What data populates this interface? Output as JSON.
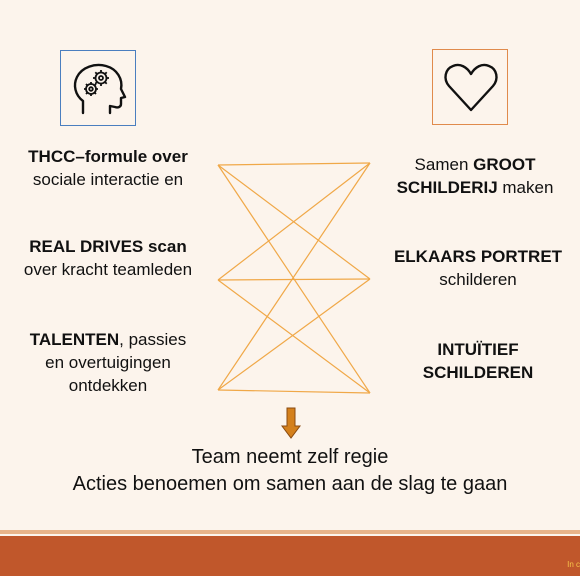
{
  "left": [
    {
      "bold": "THCC–formule over",
      "rest": "",
      "line2": "sociale interactie en"
    },
    {
      "bold": "REAL DRIVES scan",
      "rest": "",
      "line2": "over kracht teamleden"
    },
    {
      "bold": "TALENTEN",
      "rest": ", passies",
      "line2": "en overtuigingen",
      "line3": "ontdekken"
    }
  ],
  "right": [
    {
      "pre": "Samen ",
      "bold": "GROOT",
      "bold2": "SCHILDERIJ",
      "post": " maken"
    },
    {
      "bold": "ELKAARS PORTRET",
      "line2": "schilderen"
    },
    {
      "bold": "INTUÏTIEF",
      "bold2": "SCHILDEREN"
    }
  ],
  "bottom": {
    "line1": "Team neemt zelf regie",
    "line2": "Acties benoemen om samen aan de slag te gaan"
  },
  "footer": {
    "text": "In c"
  },
  "colors": {
    "lines": "#f0a848",
    "arrow": "#d4801c",
    "footer": "#c0572b",
    "background": "#fcf4ec"
  },
  "icons": {
    "left": "head-gears-icon",
    "right": "heart-icon"
  }
}
